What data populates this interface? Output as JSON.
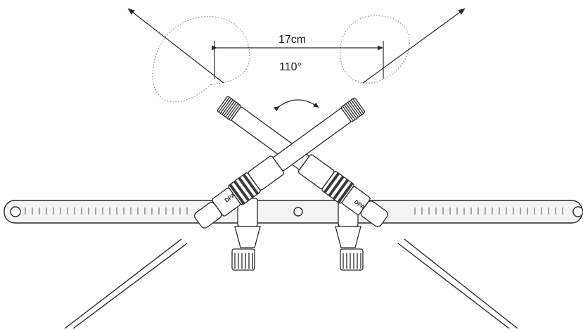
{
  "diagram": {
    "distance_label": "17cm",
    "angle_label": "110°",
    "mic_brand_left": "DPA",
    "mic_brand_right": "DPA"
  },
  "colors": {
    "stroke": "#2a2a2a",
    "fill": "#ffffff",
    "polar": "#8a8a8a",
    "bands": "#3a3a3a",
    "bar_fill": "#f4f4f4"
  }
}
